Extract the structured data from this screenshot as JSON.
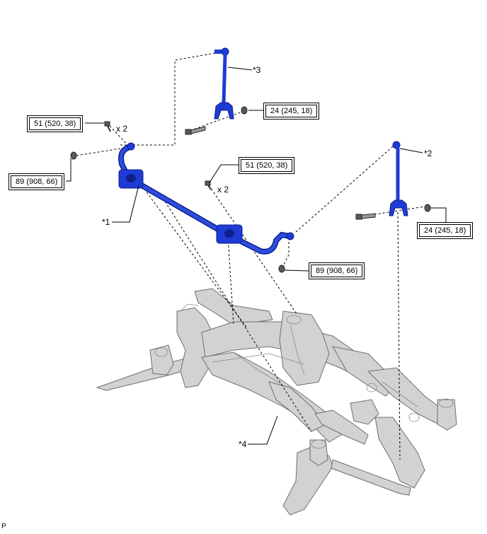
{
  "callouts": {
    "c1": "*1",
    "c2": "*2",
    "c3": "*3",
    "c4": "*4"
  },
  "torque": {
    "t1": "51 (520, 38)",
    "t2": "89 (908, 66)",
    "t3": "24 (245, 18)",
    "t4": "51 (520, 38)",
    "t5": "24 (245, 18)",
    "t6": "89 (908, 66)"
  },
  "quantity": {
    "q1": "x 2",
    "q2": "x 2"
  },
  "footer": {
    "code": "P"
  },
  "colors": {
    "part_blue": "#1f3bd6",
    "part_dark_blue": "#0f1f8a",
    "frame_gray": "#d2d2d2",
    "frame_outline": "#6e6e6e",
    "line": "#000000"
  }
}
